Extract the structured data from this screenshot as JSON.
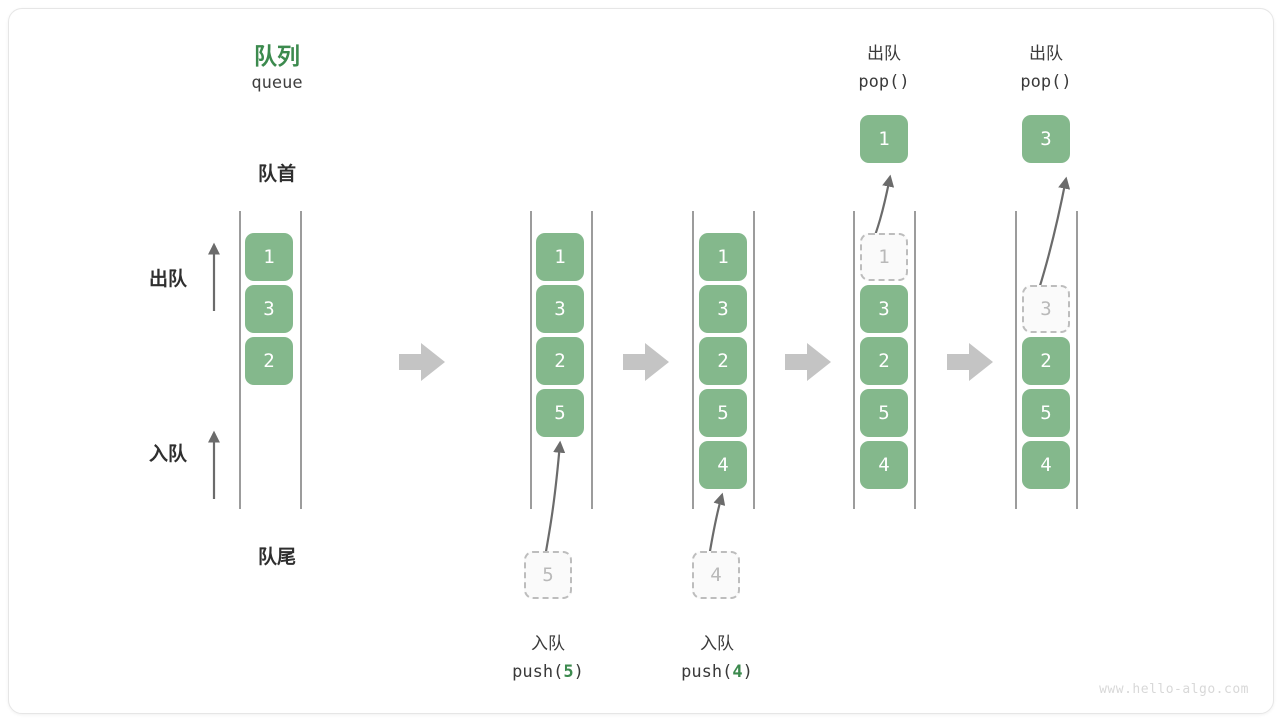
{
  "colors": {
    "cell_green": "#84b88c",
    "title_green": "#3c8a4e",
    "ghost_border": "#bdbdbd",
    "ghost_text": "#b9b9b9",
    "rail": "#5a5a5a",
    "step_arrow": "#c4c4c4",
    "pointer_arrow": "#6b6b6b",
    "text_dark": "#2f2f2f",
    "watermark": "#d8d8d8",
    "card_border": "#e6e6e6"
  },
  "header": {
    "title_cn": "队列",
    "title_en": "queue"
  },
  "labels": {
    "front": "队首",
    "rear": "队尾",
    "dequeue": "出队",
    "enqueue": "入队"
  },
  "watermark": "www.hello-algo.com",
  "columns": [
    {
      "id": "initial",
      "caption_cn": "",
      "caption_code": "",
      "caption_arg": "",
      "cells": [
        {
          "value": "1",
          "ghost": false
        },
        {
          "value": "3",
          "ghost": false
        },
        {
          "value": "2",
          "ghost": false
        }
      ]
    },
    {
      "id": "push-5",
      "caption_cn": "入队",
      "caption_code_pre": "push(",
      "caption_arg": "5",
      "caption_code_post": ")",
      "incoming": "5",
      "cells": [
        {
          "value": "1",
          "ghost": false
        },
        {
          "value": "3",
          "ghost": false
        },
        {
          "value": "2",
          "ghost": false
        },
        {
          "value": "5",
          "ghost": false
        }
      ]
    },
    {
      "id": "push-4",
      "caption_cn": "入队",
      "caption_code_pre": "push(",
      "caption_arg": "4",
      "caption_code_post": ")",
      "incoming": "4",
      "cells": [
        {
          "value": "1",
          "ghost": false
        },
        {
          "value": "3",
          "ghost": false
        },
        {
          "value": "2",
          "ghost": false
        },
        {
          "value": "5",
          "ghost": false
        },
        {
          "value": "4",
          "ghost": false
        }
      ]
    },
    {
      "id": "pop-1",
      "caption_cn": "出队",
      "caption_code_pre": "pop(",
      "caption_arg": "",
      "caption_code_post": ")",
      "popped": "1",
      "cells": [
        {
          "value": "1",
          "ghost": true
        },
        {
          "value": "3",
          "ghost": false
        },
        {
          "value": "2",
          "ghost": false
        },
        {
          "value": "5",
          "ghost": false
        },
        {
          "value": "4",
          "ghost": false
        }
      ]
    },
    {
      "id": "pop-3",
      "caption_cn": "出队",
      "caption_code_pre": "pop(",
      "caption_arg": "",
      "caption_code_post": ")",
      "popped": "3",
      "cells": [
        {
          "value": "",
          "ghost": false,
          "empty": true
        },
        {
          "value": "3",
          "ghost": true
        },
        {
          "value": "2",
          "ghost": false
        },
        {
          "value": "5",
          "ghost": false
        },
        {
          "value": "4",
          "ghost": false
        }
      ]
    }
  ],
  "step_arrows": 4
}
